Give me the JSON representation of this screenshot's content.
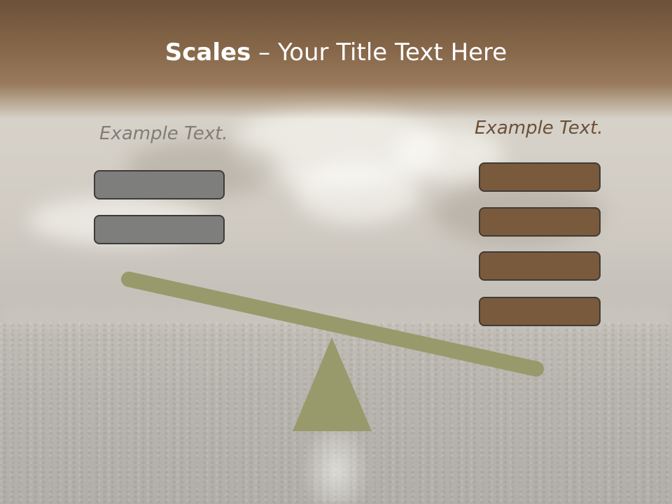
{
  "slide": {
    "title_bold": "Scales",
    "title_rest": " – Your Title Text Here",
    "left_label": "Example Text.",
    "right_label": "Example Text.",
    "left_box_count": 2,
    "right_box_count": 4
  },
  "colors": {
    "title_band": "#7e5c3c",
    "title_text": "#ffffff",
    "left_label": "#807d77",
    "right_label": "#6b5038",
    "gray_box": "#7e7e7c",
    "brown_box": "#7a5a3c",
    "box_border": "#3f3b37",
    "scale": "#989a6c"
  }
}
